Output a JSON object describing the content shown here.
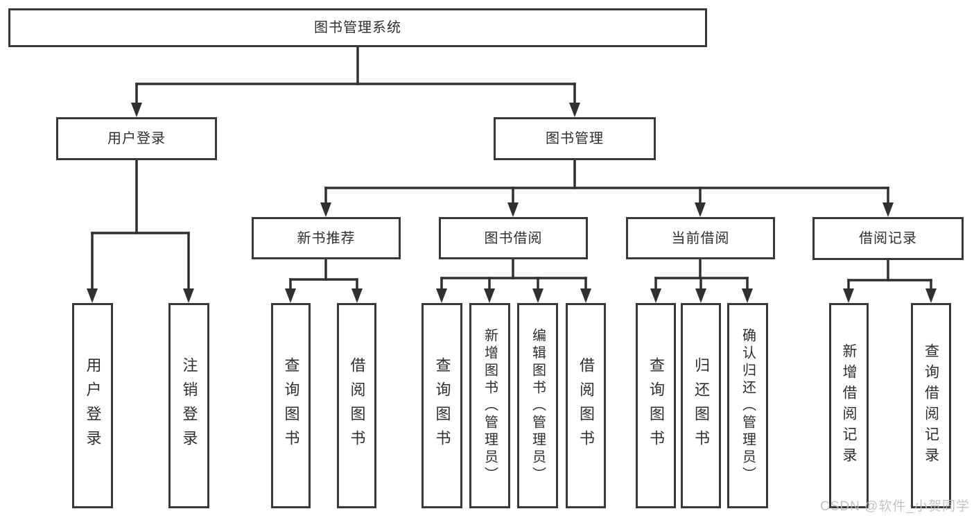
{
  "diagram": {
    "title": "图书管理系统",
    "root": {
      "label": "图书管理系统"
    },
    "level2": [
      {
        "label": "用户登录"
      },
      {
        "label": "图书管理"
      }
    ],
    "user_login_children": [
      {
        "label": "用户登录"
      },
      {
        "label": "注销登录"
      }
    ],
    "book_management_children": [
      {
        "label": "新书推荐",
        "children": [
          {
            "label": "查询图书"
          },
          {
            "label": "借阅图书"
          }
        ]
      },
      {
        "label": "图书借阅",
        "children": [
          {
            "label": "查询图书"
          },
          {
            "label": "新增图书（管理员）"
          },
          {
            "label": "编辑图书（管理员）"
          },
          {
            "label": "借阅图书"
          }
        ]
      },
      {
        "label": "当前借阅",
        "children": [
          {
            "label": "查询图书"
          },
          {
            "label": "归还图书"
          },
          {
            "label": "确认归还（管理员）"
          }
        ]
      },
      {
        "label": "借阅记录",
        "children": [
          {
            "label": "新增借阅记录"
          },
          {
            "label": "查询借阅记录"
          }
        ]
      }
    ],
    "watermark": "CSDN @软件_小贺同学",
    "colors": {
      "line": "#303030",
      "box_border": "#383838",
      "box_fill": "#ffffff",
      "text": "#2f2f2f",
      "background": "#ffffff",
      "watermark": "#bdbdbd"
    }
  }
}
